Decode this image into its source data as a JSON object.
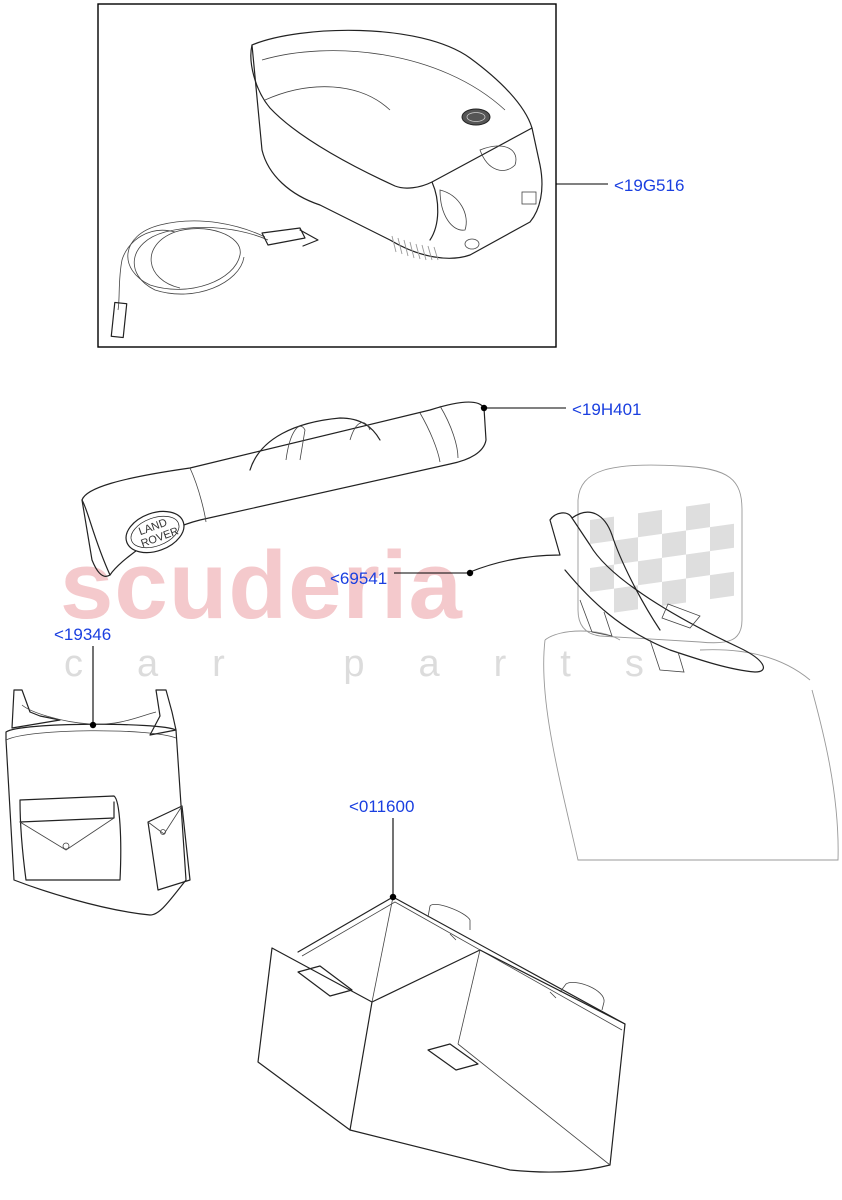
{
  "watermark": {
    "main": "scuderia",
    "sub": "car parts"
  },
  "logo": {
    "line1": "LAND",
    "line2": "ROVER"
  },
  "parts": [
    {
      "id": "cool-box",
      "callout": "<19G516"
    },
    {
      "id": "ski-bag",
      "callout": "<19H401"
    },
    {
      "id": "coat-hanger",
      "callout": "<69541"
    },
    {
      "id": "seat-bag",
      "callout": "<19346"
    },
    {
      "id": "load-organiser",
      "callout": "<011600"
    }
  ]
}
